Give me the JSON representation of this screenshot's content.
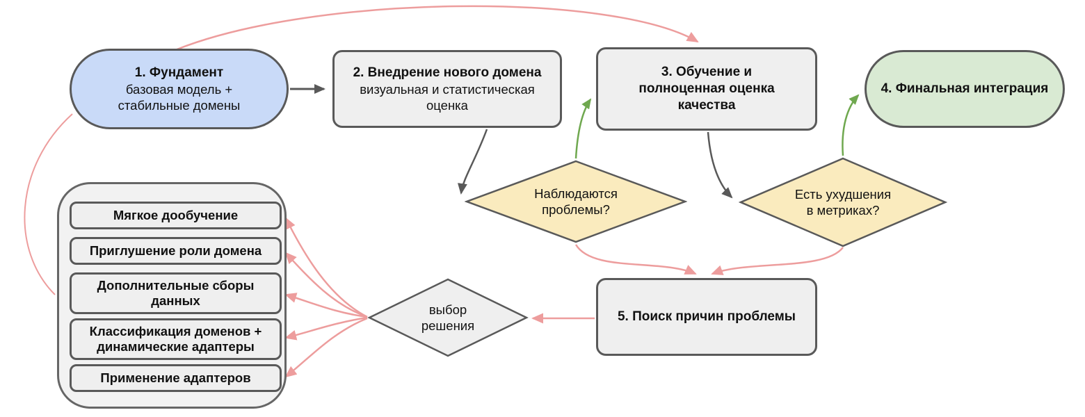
{
  "diagram": {
    "type": "flowchart",
    "language": "ru",
    "colors": {
      "node_border": "#595959",
      "stage_fill": "#efefef",
      "start_fill": "#c9daf8",
      "final_fill": "#d9ead3",
      "decision_fill": "#faebbe",
      "choice_fill": "#efefef",
      "container_fill": "#f2f2f2",
      "edge_dark": "#595959",
      "edge_red": "#ed9d9d",
      "edge_green": "#6fa84f"
    },
    "nodes": {
      "foundation": {
        "title": "1. Фундамент",
        "subtitle": "базовая модель + стабильные домены"
      },
      "step2": {
        "title": "2. Внедрение нового домена",
        "subtitle": "визуальная и статистическая оценка"
      },
      "step3": {
        "title": "3. Обучение и полноценная оценка качества"
      },
      "step4": {
        "title": "4. Финальная интеграция"
      },
      "decision_problems": {
        "label": "Наблюдаются проблемы?"
      },
      "decision_metrics": {
        "label": "Есть ухудшения в метриках?"
      },
      "step5": {
        "title": "5. Поиск причин проблемы"
      },
      "decision_choice": {
        "label": "выбор решения"
      },
      "solutions": [
        {
          "label": "Мягкое дообучение"
        },
        {
          "label": "Приглушение роли домена"
        },
        {
          "label": "Дополнительные сборы данных"
        },
        {
          "label": "Классификация доменов + динамические адаптеры"
        },
        {
          "label": "Применение адаптеров"
        }
      ]
    },
    "edges": [
      {
        "from": "foundation",
        "to": "step2",
        "color": "dark"
      },
      {
        "from": "foundation",
        "to": "step3",
        "color": "red"
      },
      {
        "from": "foundation",
        "to": "solutions-container",
        "color": "red",
        "arrowhead": false
      },
      {
        "from": "step2",
        "to": "decision_problems",
        "color": "dark"
      },
      {
        "from": "decision_problems",
        "to": "step3",
        "color": "green"
      },
      {
        "from": "step3",
        "to": "decision_metrics",
        "color": "dark"
      },
      {
        "from": "decision_metrics",
        "to": "step4",
        "color": "green"
      },
      {
        "from": "decision_problems",
        "to": "step5",
        "color": "red"
      },
      {
        "from": "decision_metrics",
        "to": "step5",
        "color": "red"
      },
      {
        "from": "step5",
        "to": "decision_choice",
        "color": "red"
      },
      {
        "from": "decision_choice",
        "to": "solutions.0",
        "color": "red"
      },
      {
        "from": "decision_choice",
        "to": "solutions.1",
        "color": "red"
      },
      {
        "from": "decision_choice",
        "to": "solutions.2",
        "color": "red"
      },
      {
        "from": "decision_choice",
        "to": "solutions.3",
        "color": "red"
      },
      {
        "from": "decision_choice",
        "to": "solutions.4",
        "color": "red"
      }
    ]
  }
}
